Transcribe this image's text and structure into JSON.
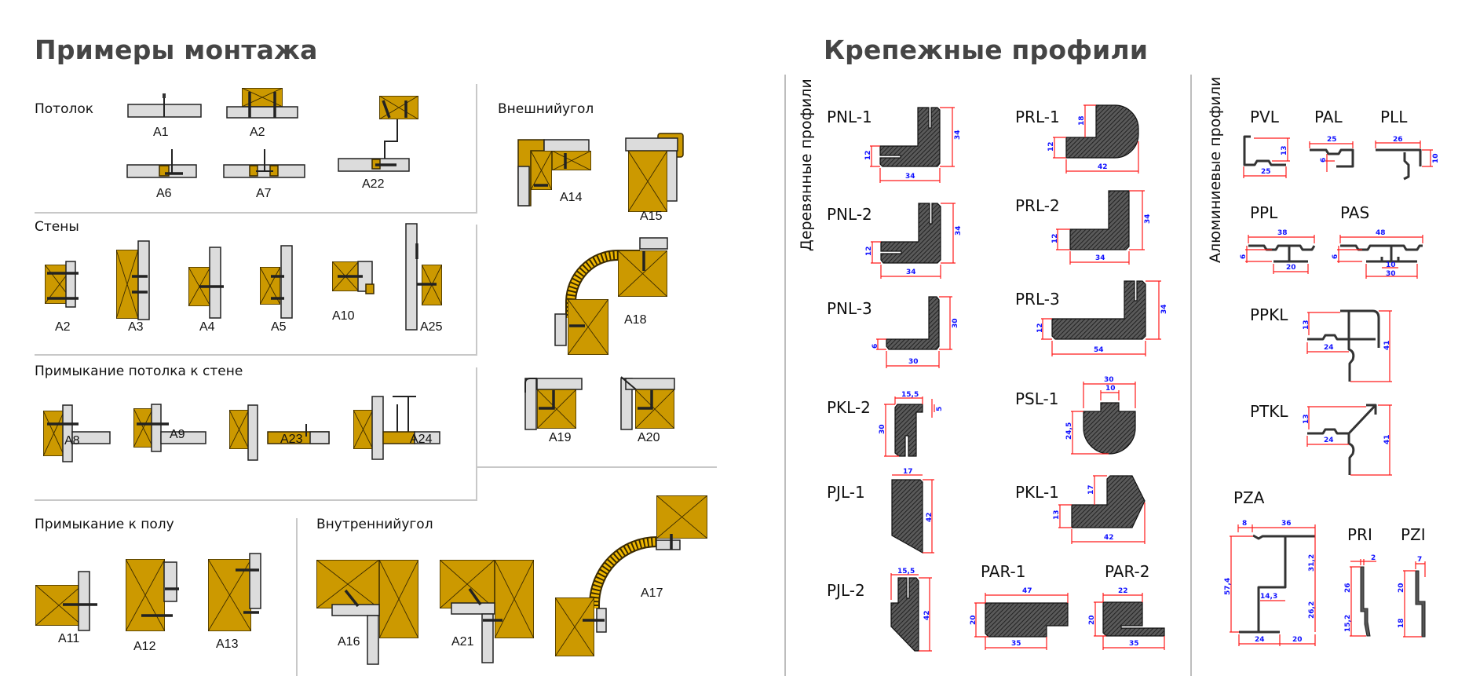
{
  "mounting": {
    "title": "Примеры монтажа",
    "ceiling": {
      "label": "Потолок",
      "items": [
        "A1",
        "A2",
        "A6",
        "A7",
        "A22"
      ]
    },
    "walls": {
      "label": "Стены",
      "items": [
        "A2",
        "A3",
        "A4",
        "A5",
        "A10",
        "A25"
      ]
    },
    "ceiling_wall": {
      "label": "Примыкание потолка к стене",
      "items": [
        "A8",
        "A9",
        "A23",
        "A24"
      ]
    },
    "outer_corner": {
      "label": "Внешнийугол",
      "items": [
        "A14",
        "A15",
        "A18",
        "A19",
        "A20"
      ]
    },
    "floor": {
      "label": "Примыкание к полу",
      "items": [
        "A11",
        "A12",
        "A13"
      ]
    },
    "inner_corner": {
      "label": "Внутреннийугол",
      "items": [
        "A16",
        "A21",
        "A17"
      ]
    }
  },
  "profiles": {
    "title": "Крепежные профили",
    "wood": {
      "label": "Деревянные профили",
      "PNL1": {
        "name": "PNL-1",
        "dims": [
          "34",
          "12",
          "34"
        ]
      },
      "PNL2": {
        "name": "PNL-2",
        "dims": [
          "34",
          "12",
          "34"
        ]
      },
      "PNL3": {
        "name": "PNL-3",
        "dims": [
          "30",
          "6",
          "30"
        ]
      },
      "PKL2": {
        "name": "PKL-2",
        "dims": [
          "15,5",
          "5",
          "30"
        ]
      },
      "PJL1": {
        "name": "PJL-1",
        "dims": [
          "17",
          "42"
        ]
      },
      "PJL2": {
        "name": "PJL-2",
        "dims": [
          "15,5",
          "42"
        ]
      },
      "PRL1": {
        "name": "PRL-1",
        "dims": [
          "18",
          "12",
          "42"
        ]
      },
      "PRL2": {
        "name": "PRL-2",
        "dims": [
          "34",
          "12",
          "34"
        ]
      },
      "PRL3": {
        "name": "PRL-3",
        "dims": [
          "34",
          "12",
          "54"
        ]
      },
      "PSL1": {
        "name": "PSL-1",
        "dims": [
          "30",
          "10",
          "24,5"
        ]
      },
      "PKL1": {
        "name": "PKL-1",
        "dims": [
          "17",
          "13",
          "42"
        ]
      },
      "PAR1": {
        "name": "PAR-1",
        "dims": [
          "47",
          "20",
          "35"
        ]
      },
      "PAR2": {
        "name": "PAR-2",
        "dims": [
          "22",
          "20",
          "35"
        ]
      }
    },
    "aluminum": {
      "label": "Алюминиевые профили",
      "PVL": {
        "name": "PVL",
        "dims": [
          "13",
          "25"
        ]
      },
      "PAL": {
        "name": "PAL",
        "dims": [
          "25",
          "6"
        ]
      },
      "PLL": {
        "name": "PLL",
        "dims": [
          "26",
          "10"
        ]
      },
      "PPL": {
        "name": "PPL",
        "dims": [
          "38",
          "6",
          "20"
        ]
      },
      "PAS": {
        "name": "PAS",
        "dims": [
          "48",
          "6",
          "10",
          "30"
        ]
      },
      "PPKL": {
        "name": "PPKL",
        "dims": [
          "13",
          "24",
          "41"
        ]
      },
      "PTKL": {
        "name": "PTKL",
        "dims": [
          "13",
          "24",
          "41"
        ]
      },
      "PZA": {
        "name": "PZA",
        "dims": [
          "8",
          "36",
          "57,4",
          "31,2",
          "14,3",
          "26,2",
          "24",
          "20"
        ]
      },
      "PRI": {
        "name": "PRI",
        "dims": [
          "2",
          "26",
          "15,2"
        ]
      },
      "PZI": {
        "name": "PZI",
        "dims": [
          "7",
          "20",
          "18"
        ]
      }
    }
  },
  "colors": {
    "wood": "#cc9900",
    "panel": "#dcdcdc",
    "dimension_line": "#ff1a1a",
    "dimension_text": "#1010ff",
    "title": "#454545"
  }
}
